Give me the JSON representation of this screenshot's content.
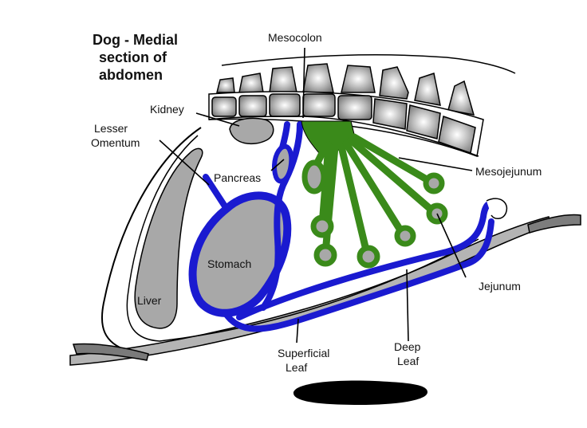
{
  "title": {
    "line1": "Dog - Medial",
    "line2": "section of",
    "line3": "abdomen"
  },
  "labels": {
    "mesocolon": "Mesocolon",
    "kidney": "Kidney",
    "lesser_omentum_1": "Lesser",
    "lesser_omentum_2": "Omentum",
    "pancreas": "Pancreas",
    "mesojejunum": "Mesojejunum",
    "stomach": "Stomach",
    "liver": "Liver",
    "jejunum": "Jejunum",
    "superficial_leaf_1": "Superficial",
    "superficial_leaf_2": "Leaf",
    "deep_leaf_1": "Deep",
    "deep_leaf_2": "Leaf"
  },
  "colors": {
    "omentum_blue": "#1a1ad0",
    "mesentery_green": "#3a8a1a",
    "organ_gray": "#a8a8a8",
    "vertebra_gray": "#b8b8b8",
    "outline": "#000000",
    "redaction_black": "#000000"
  }
}
